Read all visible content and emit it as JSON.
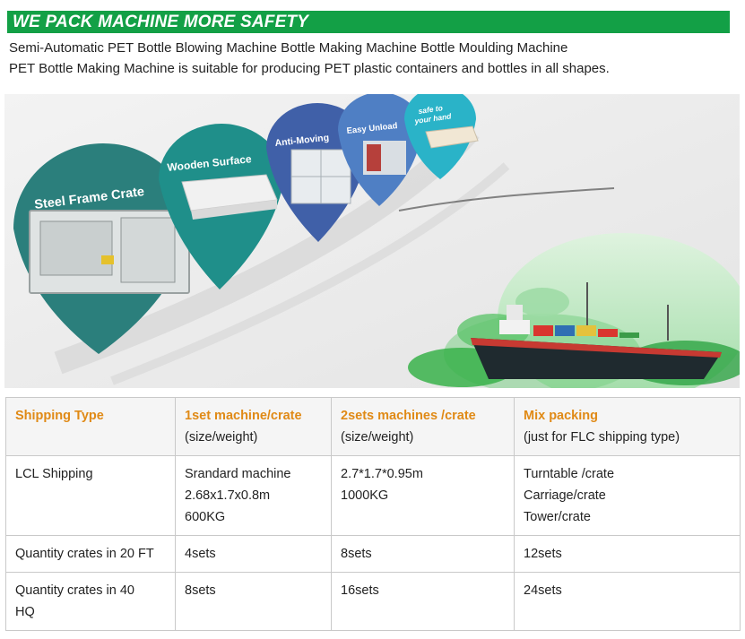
{
  "banner": {
    "title": "WE PACK MACHINE MORE SAFETY",
    "color": "#13a046"
  },
  "intro": {
    "line1": "Semi-Automatic PET Bottle Blowing Machine Bottle Making Machine Bottle Moulding Machine",
    "line2": "PET Bottle Making Machine is suitable for producing PET plastic containers and bottles in all shapes."
  },
  "hero": {
    "bubbles": [
      {
        "label": "Steel Frame Crate",
        "color": "#2b7f7c"
      },
      {
        "label": "Wooden Surface",
        "color": "#1f8f8a"
      },
      {
        "label": "Anti-Moving",
        "color": "#4060a8"
      },
      {
        "label": "Easy Unload",
        "color": "#4f7fc4"
      },
      {
        "label_line1": "safe to",
        "label_line2": "your hand",
        "color": "#2ab3c8"
      }
    ]
  },
  "table": {
    "header": [
      {
        "title": "Shipping Type",
        "sub": ""
      },
      {
        "title": "1set machine/crate",
        "sub": "(size/weight)"
      },
      {
        "title": "2sets machines /crate",
        "sub": "(size/weight)"
      },
      {
        "title": "Mix packing",
        "sub": "(just for FLC shipping type)"
      }
    ],
    "rows": [
      {
        "c1": [
          "LCL Shipping"
        ],
        "c2": [
          "Srandard machine",
          "2.68x1.7x0.8m",
          "600KG"
        ],
        "c3": [
          "2.7*1.7*0.95m",
          "1000KG"
        ],
        "c4": [
          "Turntable /crate",
          "Carriage/crate",
          "Tower/crate"
        ]
      },
      {
        "c1": [
          "Quantity crates in 20 FT"
        ],
        "c2": [
          "4sets"
        ],
        "c3": [
          "8sets"
        ],
        "c4": [
          "12sets"
        ]
      },
      {
        "c1": [
          "Quantity crates in 40",
          "HQ"
        ],
        "c2": [
          "8sets"
        ],
        "c3": [
          "16sets"
        ],
        "c4": [
          "24sets"
        ]
      }
    ]
  }
}
